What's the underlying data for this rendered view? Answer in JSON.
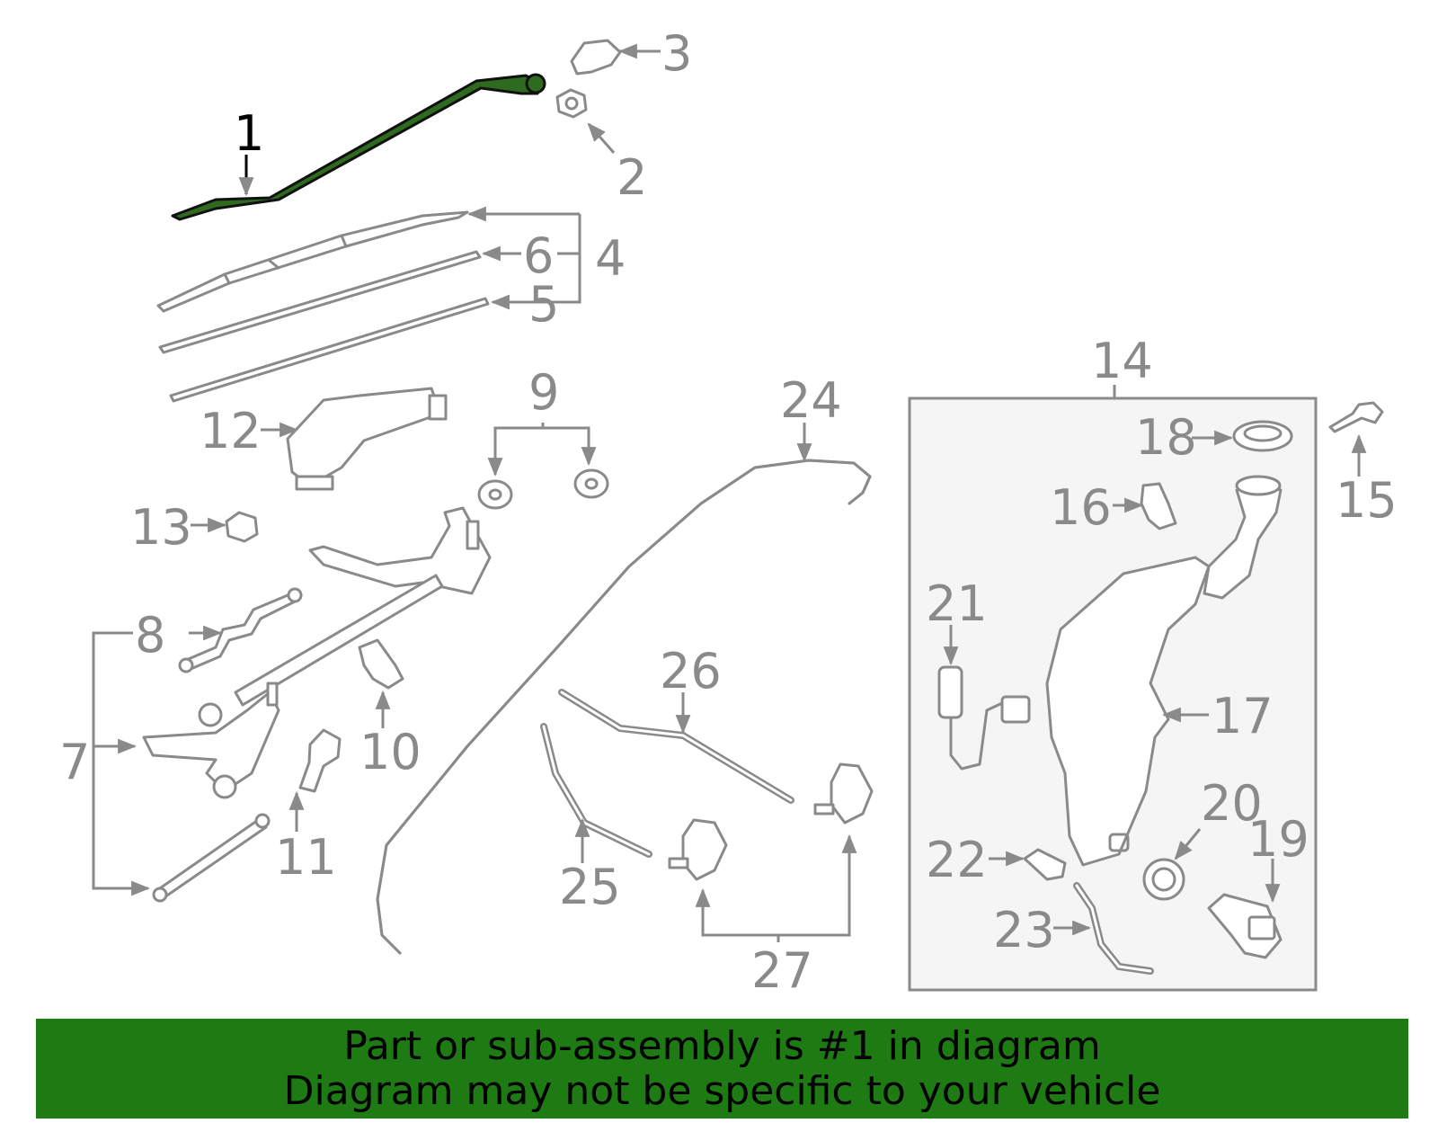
{
  "colors": {
    "highlight_part": "#2e6b1e",
    "banner_bg": "#1e7a12",
    "part_stroke": "#8a8a8a",
    "box_fill": "#f5f5f5"
  },
  "callouts": {
    "c1": "1",
    "c2": "2",
    "c3": "3",
    "c4": "4",
    "c5": "5",
    "c6": "6",
    "c7": "7",
    "c8": "8",
    "c9": "9",
    "c10": "10",
    "c11": "11",
    "c12": "12",
    "c13": "13",
    "c14": "14",
    "c15": "15",
    "c16": "16",
    "c17": "17",
    "c18": "18",
    "c19": "19",
    "c20": "20",
    "c21": "21",
    "c22": "22",
    "c23": "23",
    "c24": "24",
    "c25": "25",
    "c26": "26",
    "c27": "27"
  },
  "highlighted_callout": "1",
  "banner": {
    "line1": "Part or sub-assembly is #1 in diagram",
    "line2": "Diagram may not be specific to your vehicle"
  }
}
